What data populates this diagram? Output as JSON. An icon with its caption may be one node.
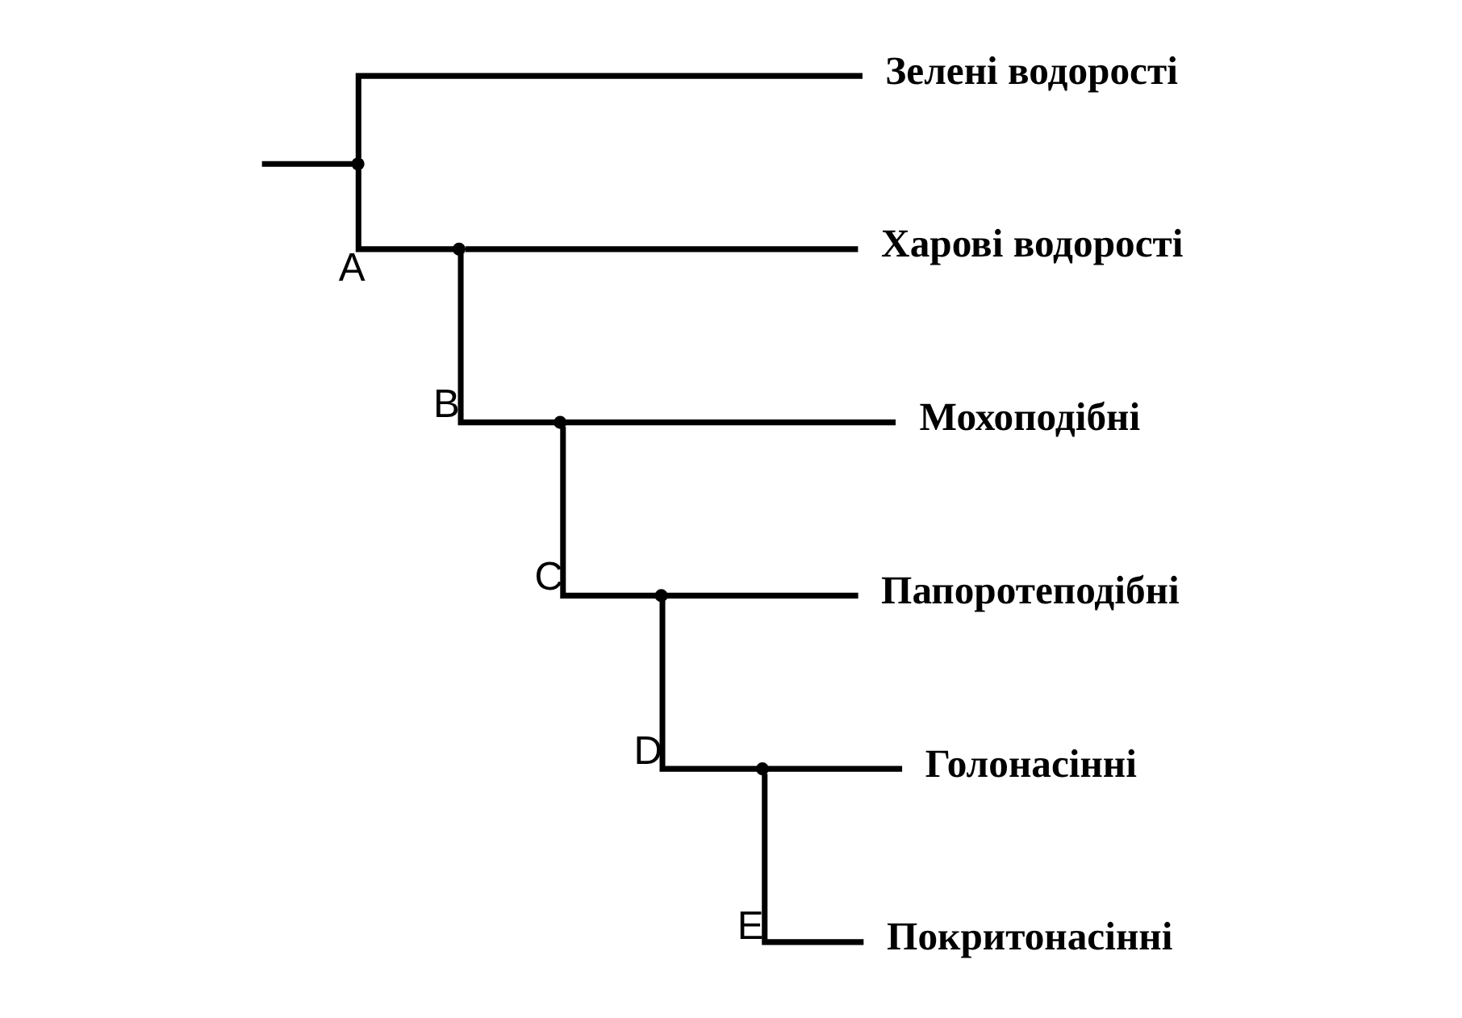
{
  "diagram": {
    "nodes": [
      {
        "text": [
          "Зелені водорості"
        ]
      },
      {
        "text": [
          "Харові водорості"
        ]
      },
      {
        "text": [
          "Мохоподібні"
        ]
      },
      {
        "text": [
          "Папоротеподібні"
        ]
      },
      {
        "text": [
          "Голонасінні"
        ]
      },
      {
        "text": [
          "Покритонасінні"
        ]
      },
      {
        "text": [],
        "shape": "point"
      },
      {
        "text": [],
        "shape": "point"
      },
      {
        "text": [],
        "shape": "point"
      },
      {
        "text": [],
        "shape": "point"
      },
      {
        "text": [],
        "shape": "point"
      }
    ],
    "edges": [
      {
        "from": null,
        "to": 6,
        "arrow": "none"
      },
      {
        "from": 6,
        "to": 0,
        "arrow": "none"
      },
      {
        "from": 6,
        "to": 7,
        "arrow": "none",
        "label": "A"
      },
      {
        "from": 7,
        "to": 1,
        "arrow": "none"
      },
      {
        "from": 7,
        "to": 8,
        "arrow": "none",
        "label": "B"
      },
      {
        "from": 8,
        "to": 2,
        "arrow": "none"
      },
      {
        "from": 8,
        "to": 9,
        "arrow": "none",
        "label": "C"
      },
      {
        "from": 9,
        "to": 3,
        "arrow": "none"
      },
      {
        "from": 9,
        "to": 10,
        "arrow": "none",
        "label": "D"
      },
      {
        "from": 10,
        "to": 4,
        "arrow": "none"
      },
      {
        "from": 10,
        "to": 5,
        "arrow": "none",
        "label": "E"
      }
    ]
  }
}
